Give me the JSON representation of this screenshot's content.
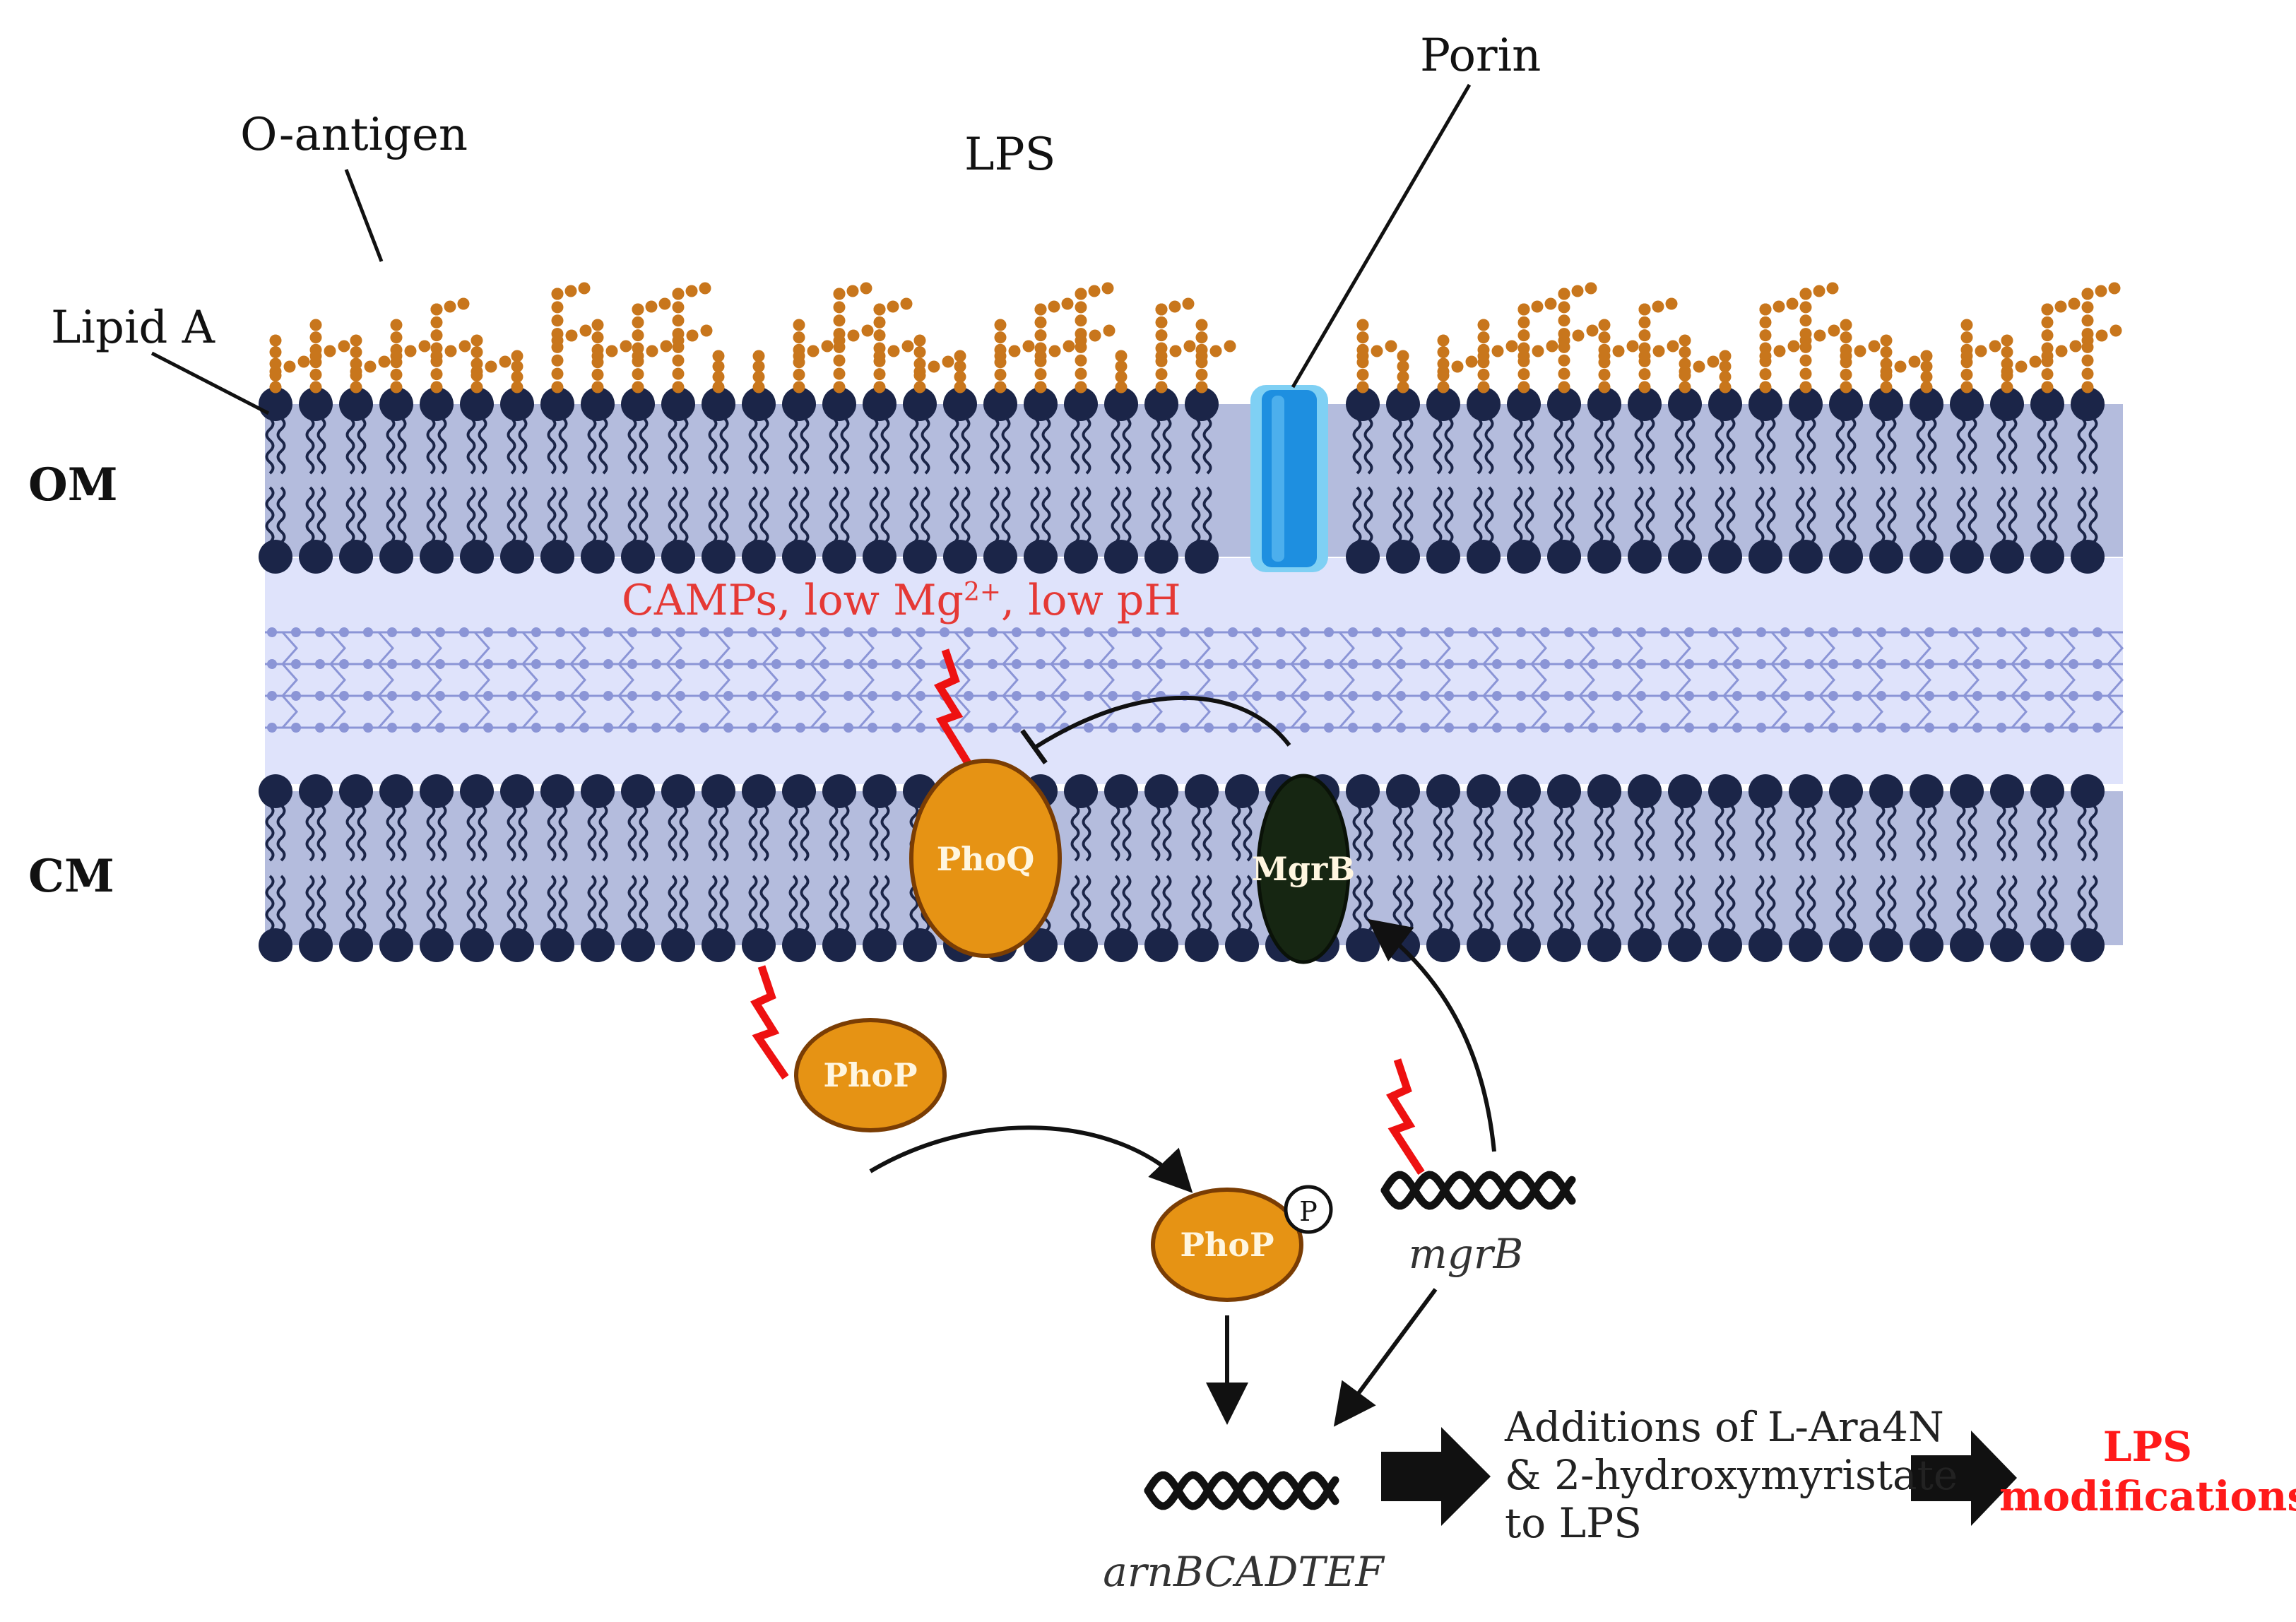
{
  "labels": {
    "o_antigen": "O-antigen",
    "lps": "LPS",
    "porin": "Porin",
    "lipid_a": "Lipid A",
    "om": "OM",
    "cm": "CM",
    "signals_a": "CAMPs, low Mg",
    "signals_sup": "2+",
    "signals_b": ", low pH",
    "phoq": "PhoQ",
    "mgrb_protein": "MgrB",
    "phop": "PhoP",
    "phop_p": "PhoP",
    "phospho": "P",
    "mgrb_gene": "mgrB",
    "arn_gene": "arnBCADTEF",
    "additions_line1": "Additions of L-Ara4N",
    "additions_line2": "& 2-hydroxymyristate",
    "additions_line3": "to LPS",
    "lps_mod_line1": "LPS",
    "lps_mod_line2": "modifications"
  },
  "colors": {
    "lipid_head": "#1b2548",
    "membrane_fill": "#b4bcdd",
    "periplasm": "#dfe3fb",
    "peptidoglycan": "#8b95d6",
    "lps_chain": "#c8761c",
    "protein_orange": "#e69314",
    "protein_dark": "#162612",
    "porin": "#1e8fe0",
    "signal_red": "#ee1111",
    "accent_red": "#ff1a1a"
  },
  "icons": {
    "signal": "lightning-bolt-icon",
    "dna": "dna-helix-icon",
    "arrow": "block-arrow-icon"
  }
}
